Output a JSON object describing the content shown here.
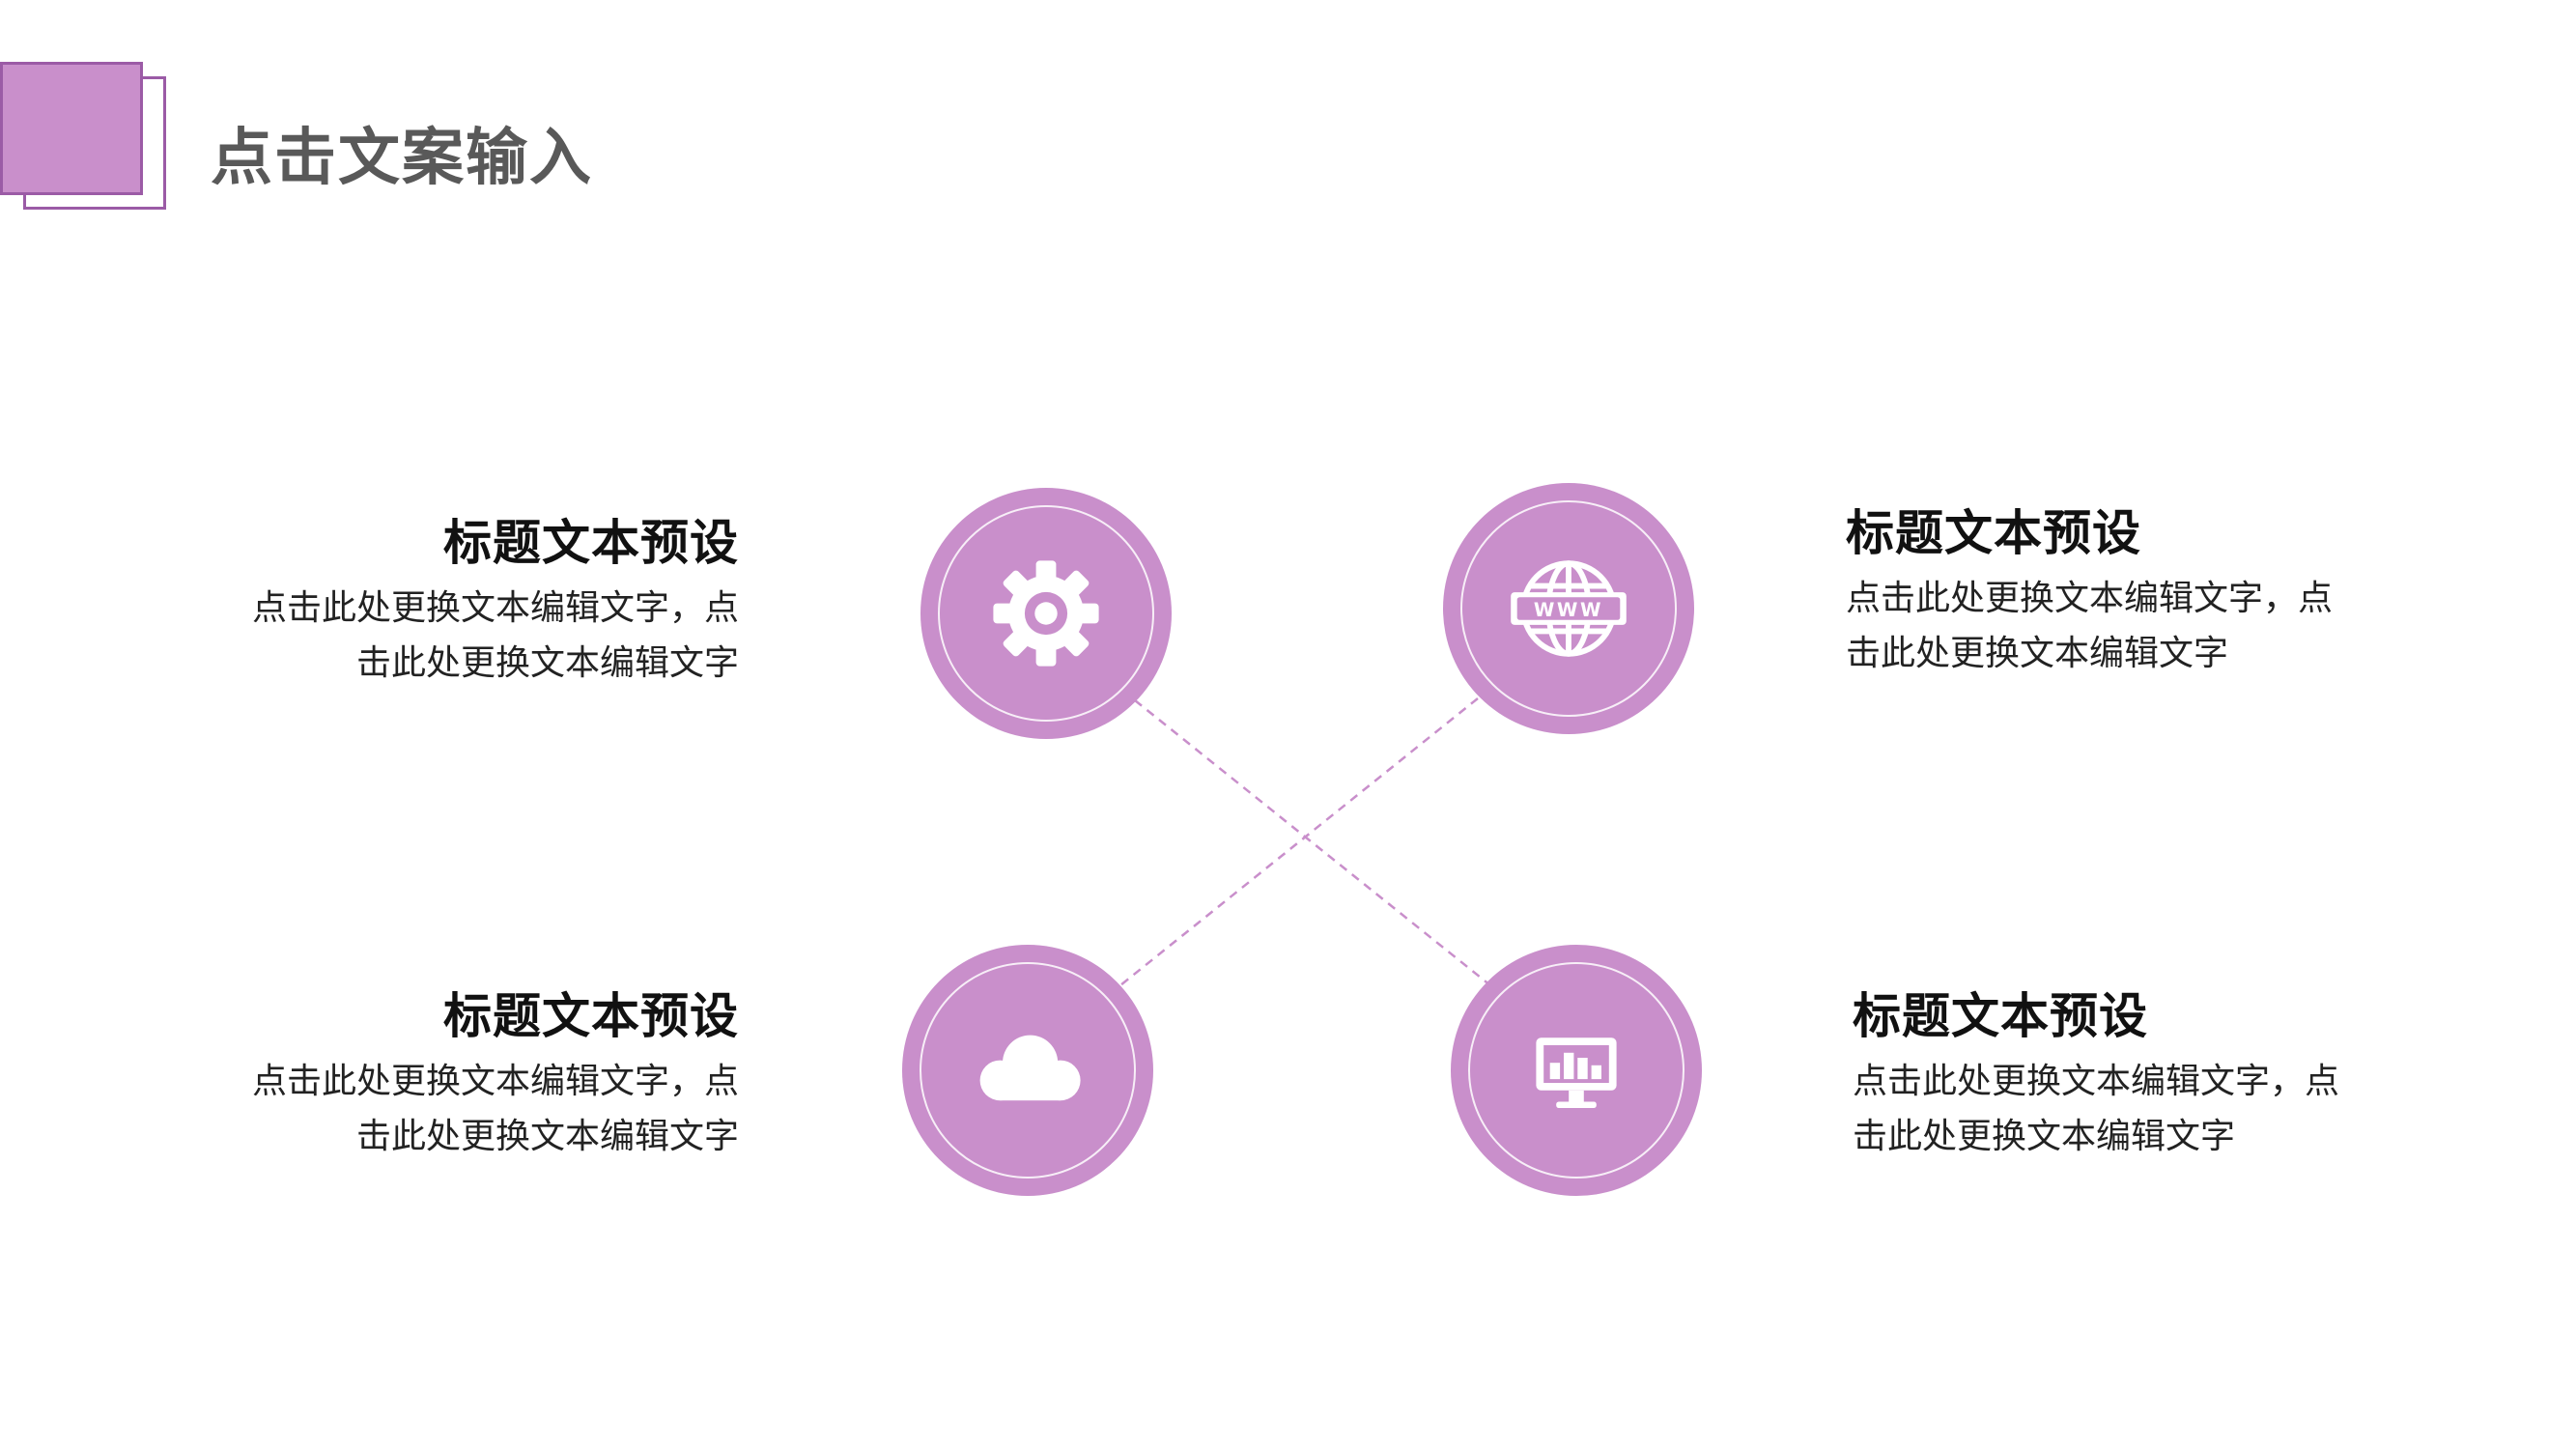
{
  "slide": {
    "title": "点击文案输入"
  },
  "colors": {
    "accent": "#c98fcb",
    "accent_dark": "#9b5ba6",
    "title_text": "#595959",
    "body_text": "#222222"
  },
  "items": [
    {
      "icon": "gear-icon",
      "title": "标题文本预设",
      "body_line1": "点击此处更换文本编辑文字，点",
      "body_line2": "击此处更换文本编辑文字"
    },
    {
      "icon": "globe-www-icon",
      "icon_label": "WWW",
      "title": "标题文本预设",
      "body_line1": "点击此处更换文本编辑文字，点",
      "body_line2": "击此处更换文本编辑文字"
    },
    {
      "icon": "cloud-icon",
      "title": "标题文本预设",
      "body_line1": "点击此处更换文本编辑文字，点",
      "body_line2": "击此处更换文本编辑文字"
    },
    {
      "icon": "monitor-chart-icon",
      "title": "标题文本预设",
      "body_line1": "点击此处更换文本编辑文字，点",
      "body_line2": "击此处更换文本编辑文字"
    }
  ]
}
